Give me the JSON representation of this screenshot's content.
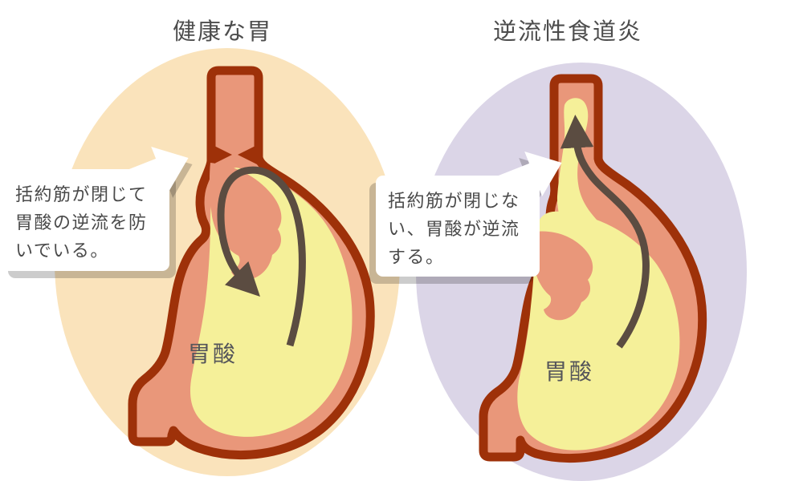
{
  "figure": {
    "description_left": "healthy stomach diagram",
    "description_right": "reflux esophagitis diagram"
  },
  "panels": {
    "left": {
      "title": "健康な胃",
      "bubble_text": "括約筋が閉じて\n胃酸の逆流を防\nいでいる。",
      "acid_label": "胃酸"
    },
    "right": {
      "title": "逆流性食道炎",
      "bubble_text": "括約筋が閉じな\nい、胃酸が逆流\nする。",
      "acid_label": "胃酸"
    }
  },
  "colors": {
    "page_bg": "#ffffff",
    "panel_left_bg": "#FAE3BB",
    "panel_right_bg": "#DBD5E7",
    "outline": "#9E3109",
    "wall": "#E9977A",
    "acid": "#F5F099",
    "flow_arrow": "#5B4C41",
    "bubble_bg": "#ffffff",
    "bubble_shadow": "rgba(0,0,0,0.2)",
    "title_text": "#4d4d4d",
    "bubble_text": "#4a4a4a",
    "acid_text": "#55555a"
  }
}
